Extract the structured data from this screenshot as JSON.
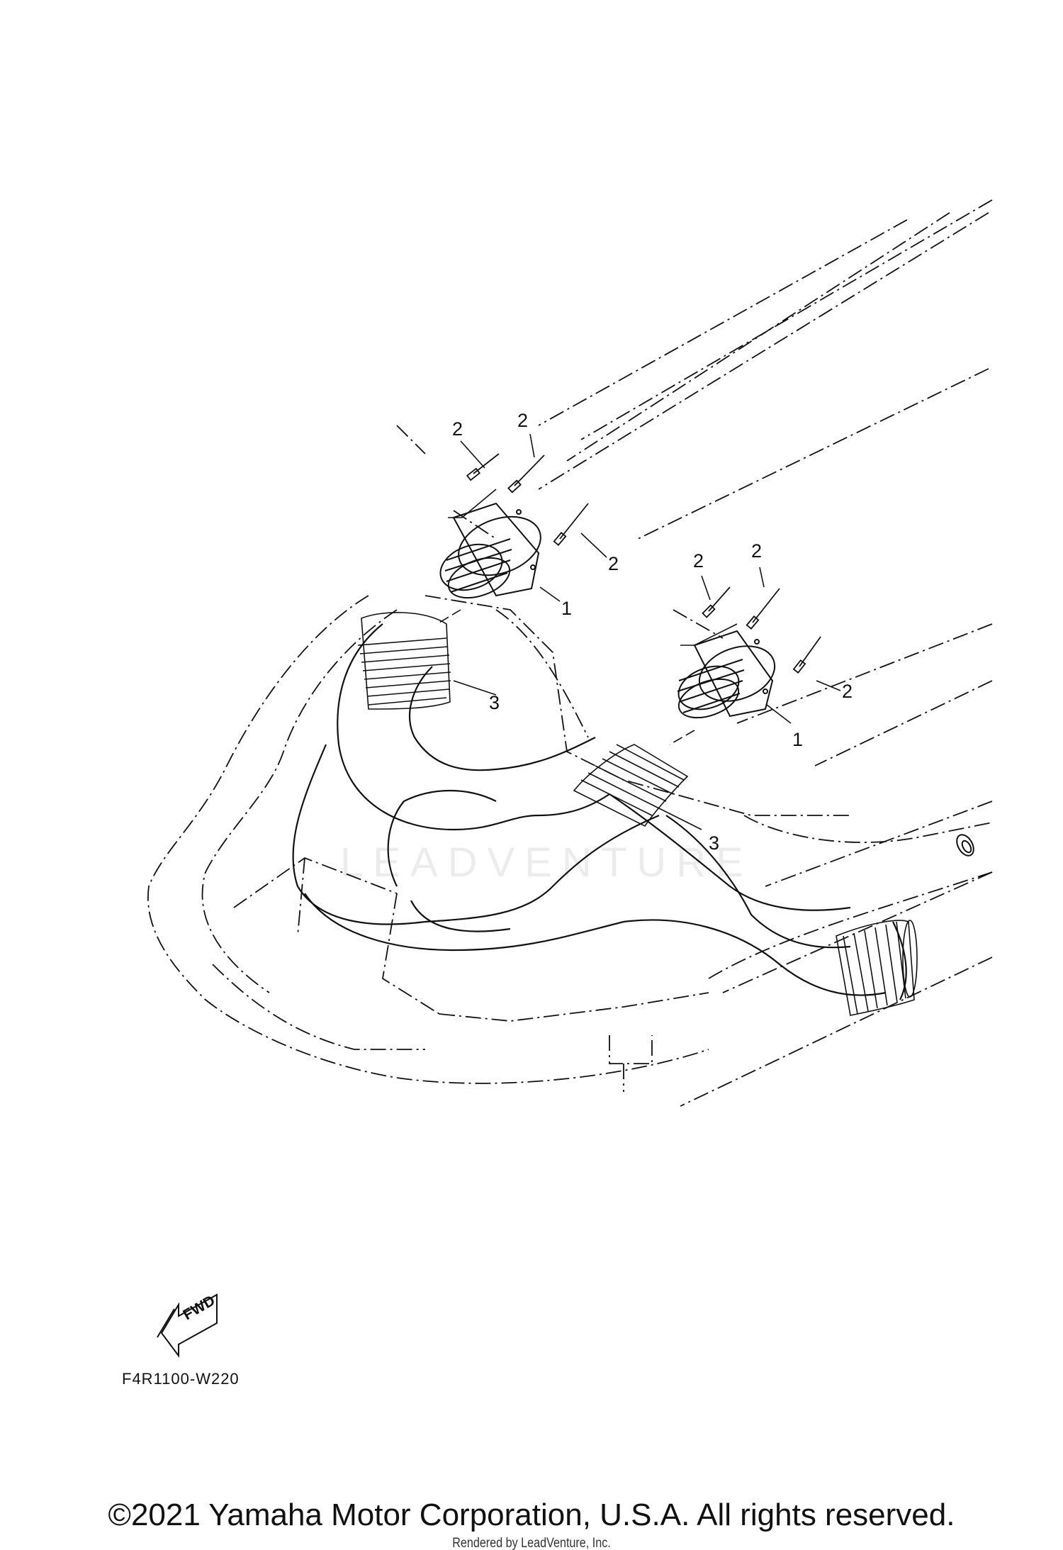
{
  "callouts": {
    "c1_a": "1",
    "c1_b": "1",
    "c2_a": "2",
    "c2_b": "2",
    "c2_c": "2",
    "c2_d": "2",
    "c2_e": "2",
    "c2_f": "2",
    "c3_a": "3",
    "c3_b": "3"
  },
  "fwd_label": "FWD",
  "diagram_code": "F4R1100-W220",
  "copyright": "©2021 Yamaha Motor Corporation, U.S.A. All rights reserved.",
  "rendered_by": "Rendered by LeadVenture, Inc.",
  "watermark": "LEADVENTURE",
  "colors": {
    "line": "#111111",
    "background": "#ffffff"
  }
}
